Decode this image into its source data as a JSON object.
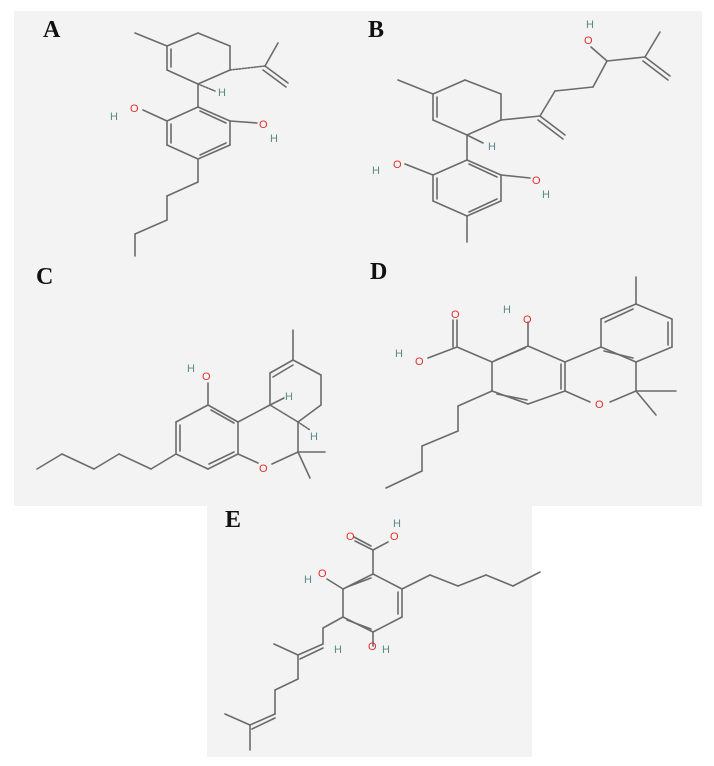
{
  "figure": {
    "panels": [
      {
        "id": "A",
        "label": "A",
        "compound": "cannabidiol-like structure",
        "atoms": {
          "oh1_o": "O",
          "oh1_h": "H",
          "oh2_o": "O",
          "oh2_h": "H",
          "stereo_h": "H"
        }
      },
      {
        "id": "B",
        "label": "B",
        "compound": "hydroxylated cannabidiol-like structure",
        "atoms": {
          "oh_top_o": "O",
          "oh_top_h": "H",
          "oh1_o": "O",
          "oh1_h": "H",
          "oh2_o": "O",
          "oh2_h": "H",
          "stereo_h": "H"
        }
      },
      {
        "id": "C",
        "label": "C",
        "compound": "tetrahydrocannabinol-like structure",
        "atoms": {
          "oh_o": "O",
          "oh_h": "H",
          "ring_o": "O",
          "stereo_h1": "H",
          "stereo_h2": "H"
        }
      },
      {
        "id": "D",
        "label": "D",
        "compound": "cannabinolic acid-like structure",
        "atoms": {
          "acid_o_double": "O",
          "acid_o": "O",
          "acid_h": "H",
          "oh_o": "O",
          "oh_h": "H",
          "ring_o": "O"
        }
      },
      {
        "id": "E",
        "label": "E",
        "compound": "cannabigerolic acid-like structure",
        "atoms": {
          "acid_o_double": "O",
          "acid_o": "O",
          "acid_h": "H",
          "oh1_o": "O",
          "oh1_h": "H",
          "oh2_o": "O",
          "oh2_h": "H",
          "vinyl_h": "H"
        }
      }
    ],
    "colors": {
      "background": "#ffffff",
      "panel": "#f3f3f3",
      "bond": "#6b6b6b",
      "oxygen": "#e0302b",
      "hydrogen": "#5a8a8a",
      "label": "#111111"
    }
  }
}
